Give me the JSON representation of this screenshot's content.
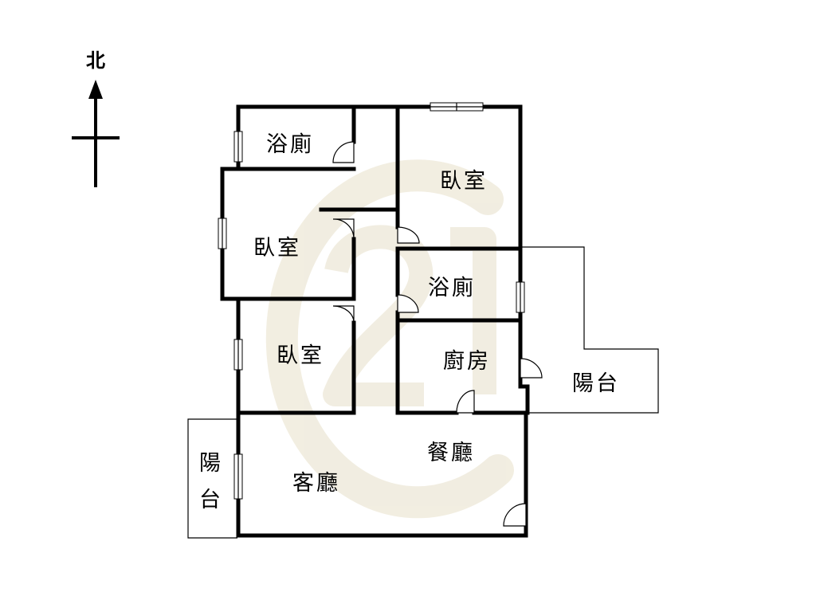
{
  "compass": {
    "north_label": "北"
  },
  "watermark": {
    "logo_text": "21",
    "color": "#E7E0C9"
  },
  "rooms": {
    "bath_north": "浴廁",
    "bedroom_ne": "臥室",
    "bedroom_west": "臥室",
    "bath_middle": "浴廁",
    "bedroom_sw": "臥室",
    "kitchen": "廚房",
    "balcony_east": "陽台",
    "dining": "餐廳",
    "living": "客廳",
    "balcony_west_top": "陽",
    "balcony_west_bottom": "台"
  }
}
